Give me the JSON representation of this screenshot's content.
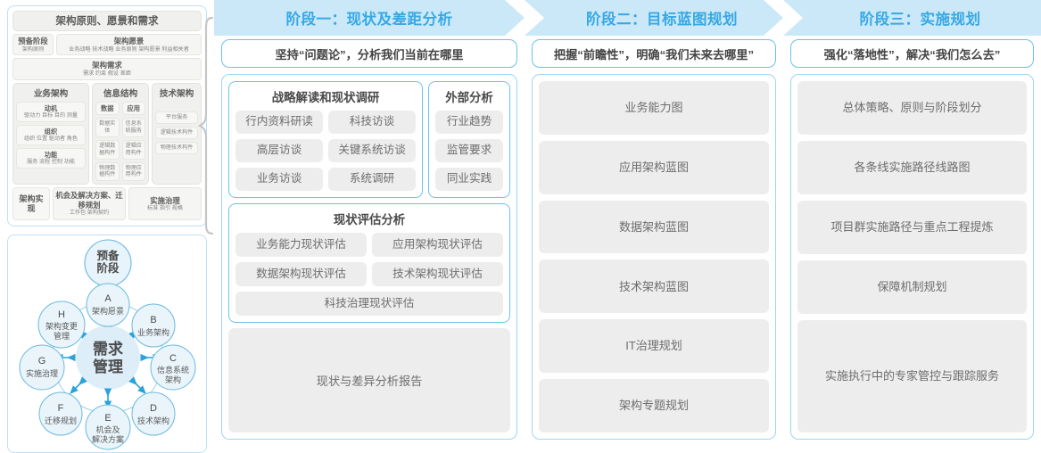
{
  "left_panel": {
    "title": "架构原则、愿景和需求",
    "row1": [
      {
        "title": "预备阶段",
        "sub": "架构原则"
      },
      {
        "title": "架构愿景",
        "sub": "业务战略 技术战略 业务原则 架构愿景 利益相关者"
      }
    ],
    "row2": [
      {
        "title": "架构需求",
        "sub": "需求  约束  假设  差距"
      }
    ],
    "domains": [
      {
        "name": "业务架构",
        "groups": [
          {
            "label": "",
            "items": [
              {
                "head": "动机",
                "sub": "驱动力 目标 目的 测量"
              },
              {
                "head": "组织",
                "sub": "组织 位置 驱动者 角色"
              },
              {
                "head": "功能",
                "sub": "服务 流程 控制 功能"
              }
            ]
          }
        ]
      },
      {
        "name": "信息结构",
        "groups": [
          {
            "label": "数据",
            "items": [
              {
                "head": "数据",
                "sub": ""
              },
              {
                "head": "",
                "sub": "数据实体"
              },
              {
                "head": "",
                "sub": "逻辑数据构件"
              },
              {
                "head": "",
                "sub": "物理数据构件"
              }
            ]
          },
          {
            "label": "应用",
            "items": [
              {
                "head": "应用",
                "sub": ""
              },
              {
                "head": "",
                "sub": "信息系统服务"
              },
              {
                "head": "",
                "sub": "逻辑应用构件"
              },
              {
                "head": "",
                "sub": "物理应用构件"
              }
            ]
          }
        ]
      },
      {
        "name": "技术架构",
        "groups": [
          {
            "label": "",
            "items": [
              {
                "head": "",
                "sub": "平台服务"
              },
              {
                "head": "",
                "sub": "逻辑技术构件"
              },
              {
                "head": "",
                "sub": "物理技术构件"
              }
            ]
          }
        ]
      }
    ],
    "bottom": {
      "label": "架构实现",
      "cards": [
        {
          "head": "机会及解决方案、迁移规划",
          "sub": "工作包  架构契约"
        },
        {
          "head": "实施治理",
          "sub": "标准  指引  规格"
        }
      ]
    }
  },
  "circle_diagram": {
    "center": "需求\n管理",
    "center_line1": "需求",
    "center_line2": "管理",
    "top_node_line1": "预备",
    "top_node_line2": "阶段",
    "nodes": [
      {
        "letter": "A",
        "label": "架构愿景"
      },
      {
        "letter": "B",
        "label": "业务架构"
      },
      {
        "letter": "C",
        "label": "信息系统架构"
      },
      {
        "letter": "D",
        "label": "技术架构"
      },
      {
        "letter": "E",
        "label": "机会及解决方案"
      },
      {
        "letter": "F",
        "label": "迁移规划"
      },
      {
        "letter": "G",
        "label": "实施治理"
      },
      {
        "letter": "H",
        "label": "架构变更管理"
      }
    ]
  },
  "phases": [
    {
      "banner": "阶段一：现状及差距分析",
      "subhead": "坚持“问题论”，分析我们当前在哪里",
      "sections": [
        {
          "type": "split",
          "left": {
            "title": "战略解读和现状调研",
            "items": [
              "行内资料研读",
              "科技访谈",
              "高层访谈",
              "关键系统访谈",
              "业务访谈",
              "系统调研"
            ]
          },
          "right": {
            "title": "外部分析",
            "items": [
              "行业趋势",
              "监管要求",
              "同业实践"
            ]
          }
        },
        {
          "type": "card",
          "title": "现状评估分析",
          "items": [
            "业务能力现状评估",
            "应用架构现状评估",
            "数据架构现状评估",
            "技术架构现状评估"
          ],
          "wide_item": "科技治理现状评估"
        },
        {
          "type": "report",
          "label": "现状与差异分析报告"
        }
      ]
    },
    {
      "banner": "阶段二：目标蓝图规划",
      "subhead": "把握“前瞻性”，明确“我们未来去哪里”",
      "items": [
        "业务能力图",
        "应用架构蓝图",
        "数据架构蓝图",
        "技术架构蓝图",
        "IT治理规划",
        "架构专题规划"
      ]
    },
    {
      "banner": "阶段三：实施规划",
      "subhead": "强化“落地性”，解决“我们怎么去”",
      "items": [
        "总体策略、原则与阶段划分",
        "各条线实施路径线路图",
        "项目群实施路径与重点工程提炼",
        "保障机制规划",
        "实施执行中的专家管控与跟踪服务"
      ]
    }
  ],
  "colors": {
    "banner_bg": "#cbe8f8",
    "banner_text": "#37a8e4",
    "card_border": "#6cc2e8",
    "outer_border": "#9fd6ef",
    "chip_bg": "#ededed",
    "chip_text": "#6d6d6d",
    "node_fill": "#e8f4fb",
    "node_stroke": "#69b8dd",
    "arrow": "#29a3d9"
  }
}
